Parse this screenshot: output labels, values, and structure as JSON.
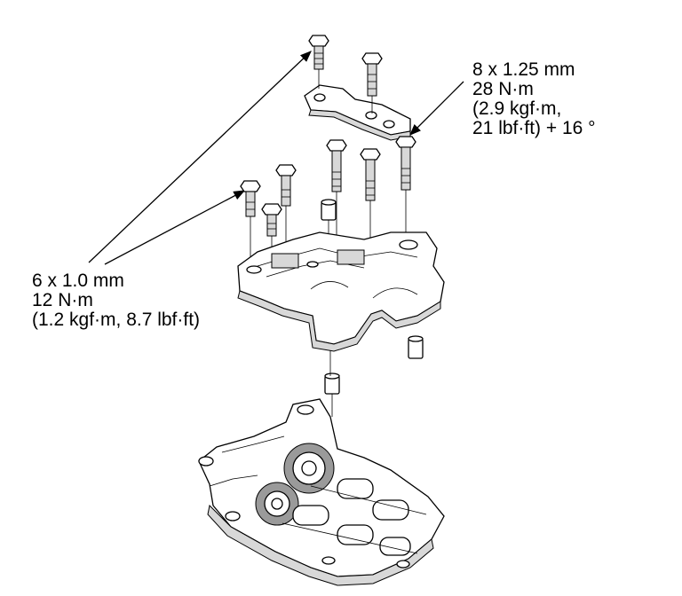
{
  "callouts": {
    "right": {
      "line1": "8 x 1.25 mm",
      "line2": "28 N·m",
      "line3": "(2.9 kgf·m,",
      "line4": "21 lbf·ft) + 16 °"
    },
    "left": {
      "line1": "6 x 1.0 mm",
      "line2": "12 N·m",
      "line3": "(1.2 kgf·m, 8.7 lbf·ft)"
    }
  }
}
